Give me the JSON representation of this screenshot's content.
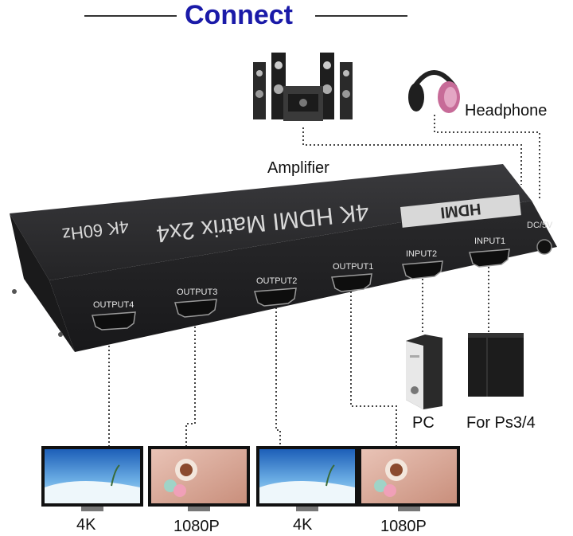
{
  "title": "Connect",
  "device": {
    "name": "4K HDMI Matrix 2x4",
    "spec": "4K 60Hz",
    "logo": "HDMI",
    "power_label": "DC/5V",
    "ports": [
      "OUTPUT4",
      "OUTPUT3",
      "OUTPUT2",
      "OUTPUT1",
      "INPUT2",
      "INPUT1"
    ]
  },
  "labels": {
    "amplifier": "Amplifier",
    "headphone": "Headphone",
    "pc": "PC",
    "ps": "For Ps3/4",
    "tv1": "4K",
    "tv2": "1080P",
    "tv3": "4K",
    "tv4": "1080P"
  },
  "colors": {
    "title": "#1a1aa8",
    "device": "#2b2b2d",
    "headphone": "#c76b98"
  }
}
